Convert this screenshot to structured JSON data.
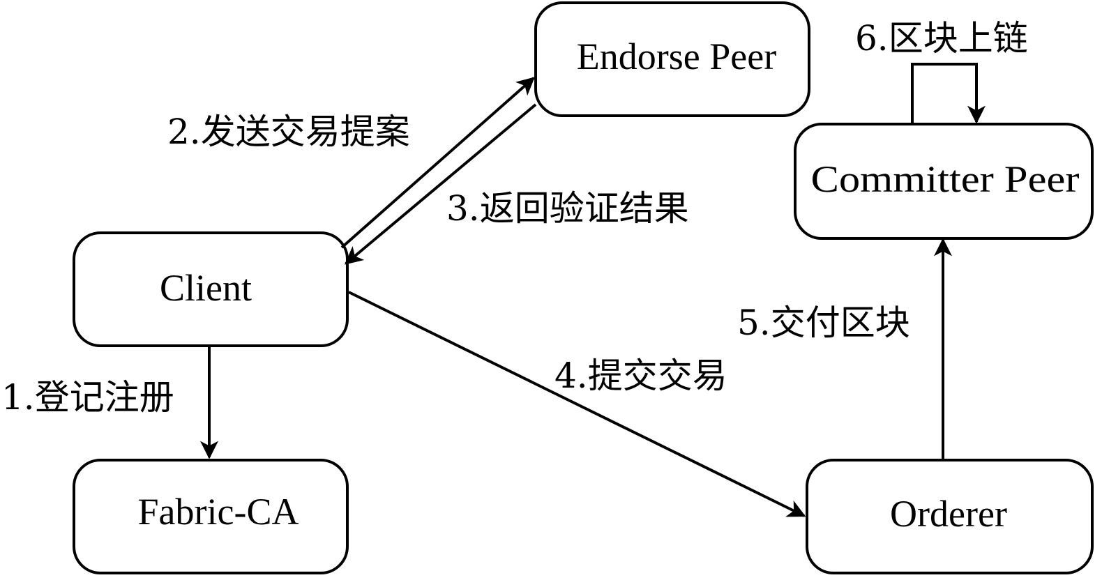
{
  "diagram": {
    "nodes": {
      "endorse_peer": {
        "label": "Endorse Peer"
      },
      "committer_peer": {
        "label": "Committer Peer"
      },
      "client": {
        "label": "Client"
      },
      "fabric_ca": {
        "label": "Fabric-CA"
      },
      "orderer": {
        "label": "Orderer"
      }
    },
    "edges": {
      "register": {
        "label": "1.登记注册"
      },
      "send_proposal": {
        "label": "2.发送交易提案"
      },
      "return_result": {
        "label": "3.返回验证结果"
      },
      "submit_tx": {
        "label": "4.提交交易"
      },
      "deliver_block": {
        "label": "5.交付区块"
      },
      "block_on_chain": {
        "label": "6.区块上链"
      }
    }
  }
}
